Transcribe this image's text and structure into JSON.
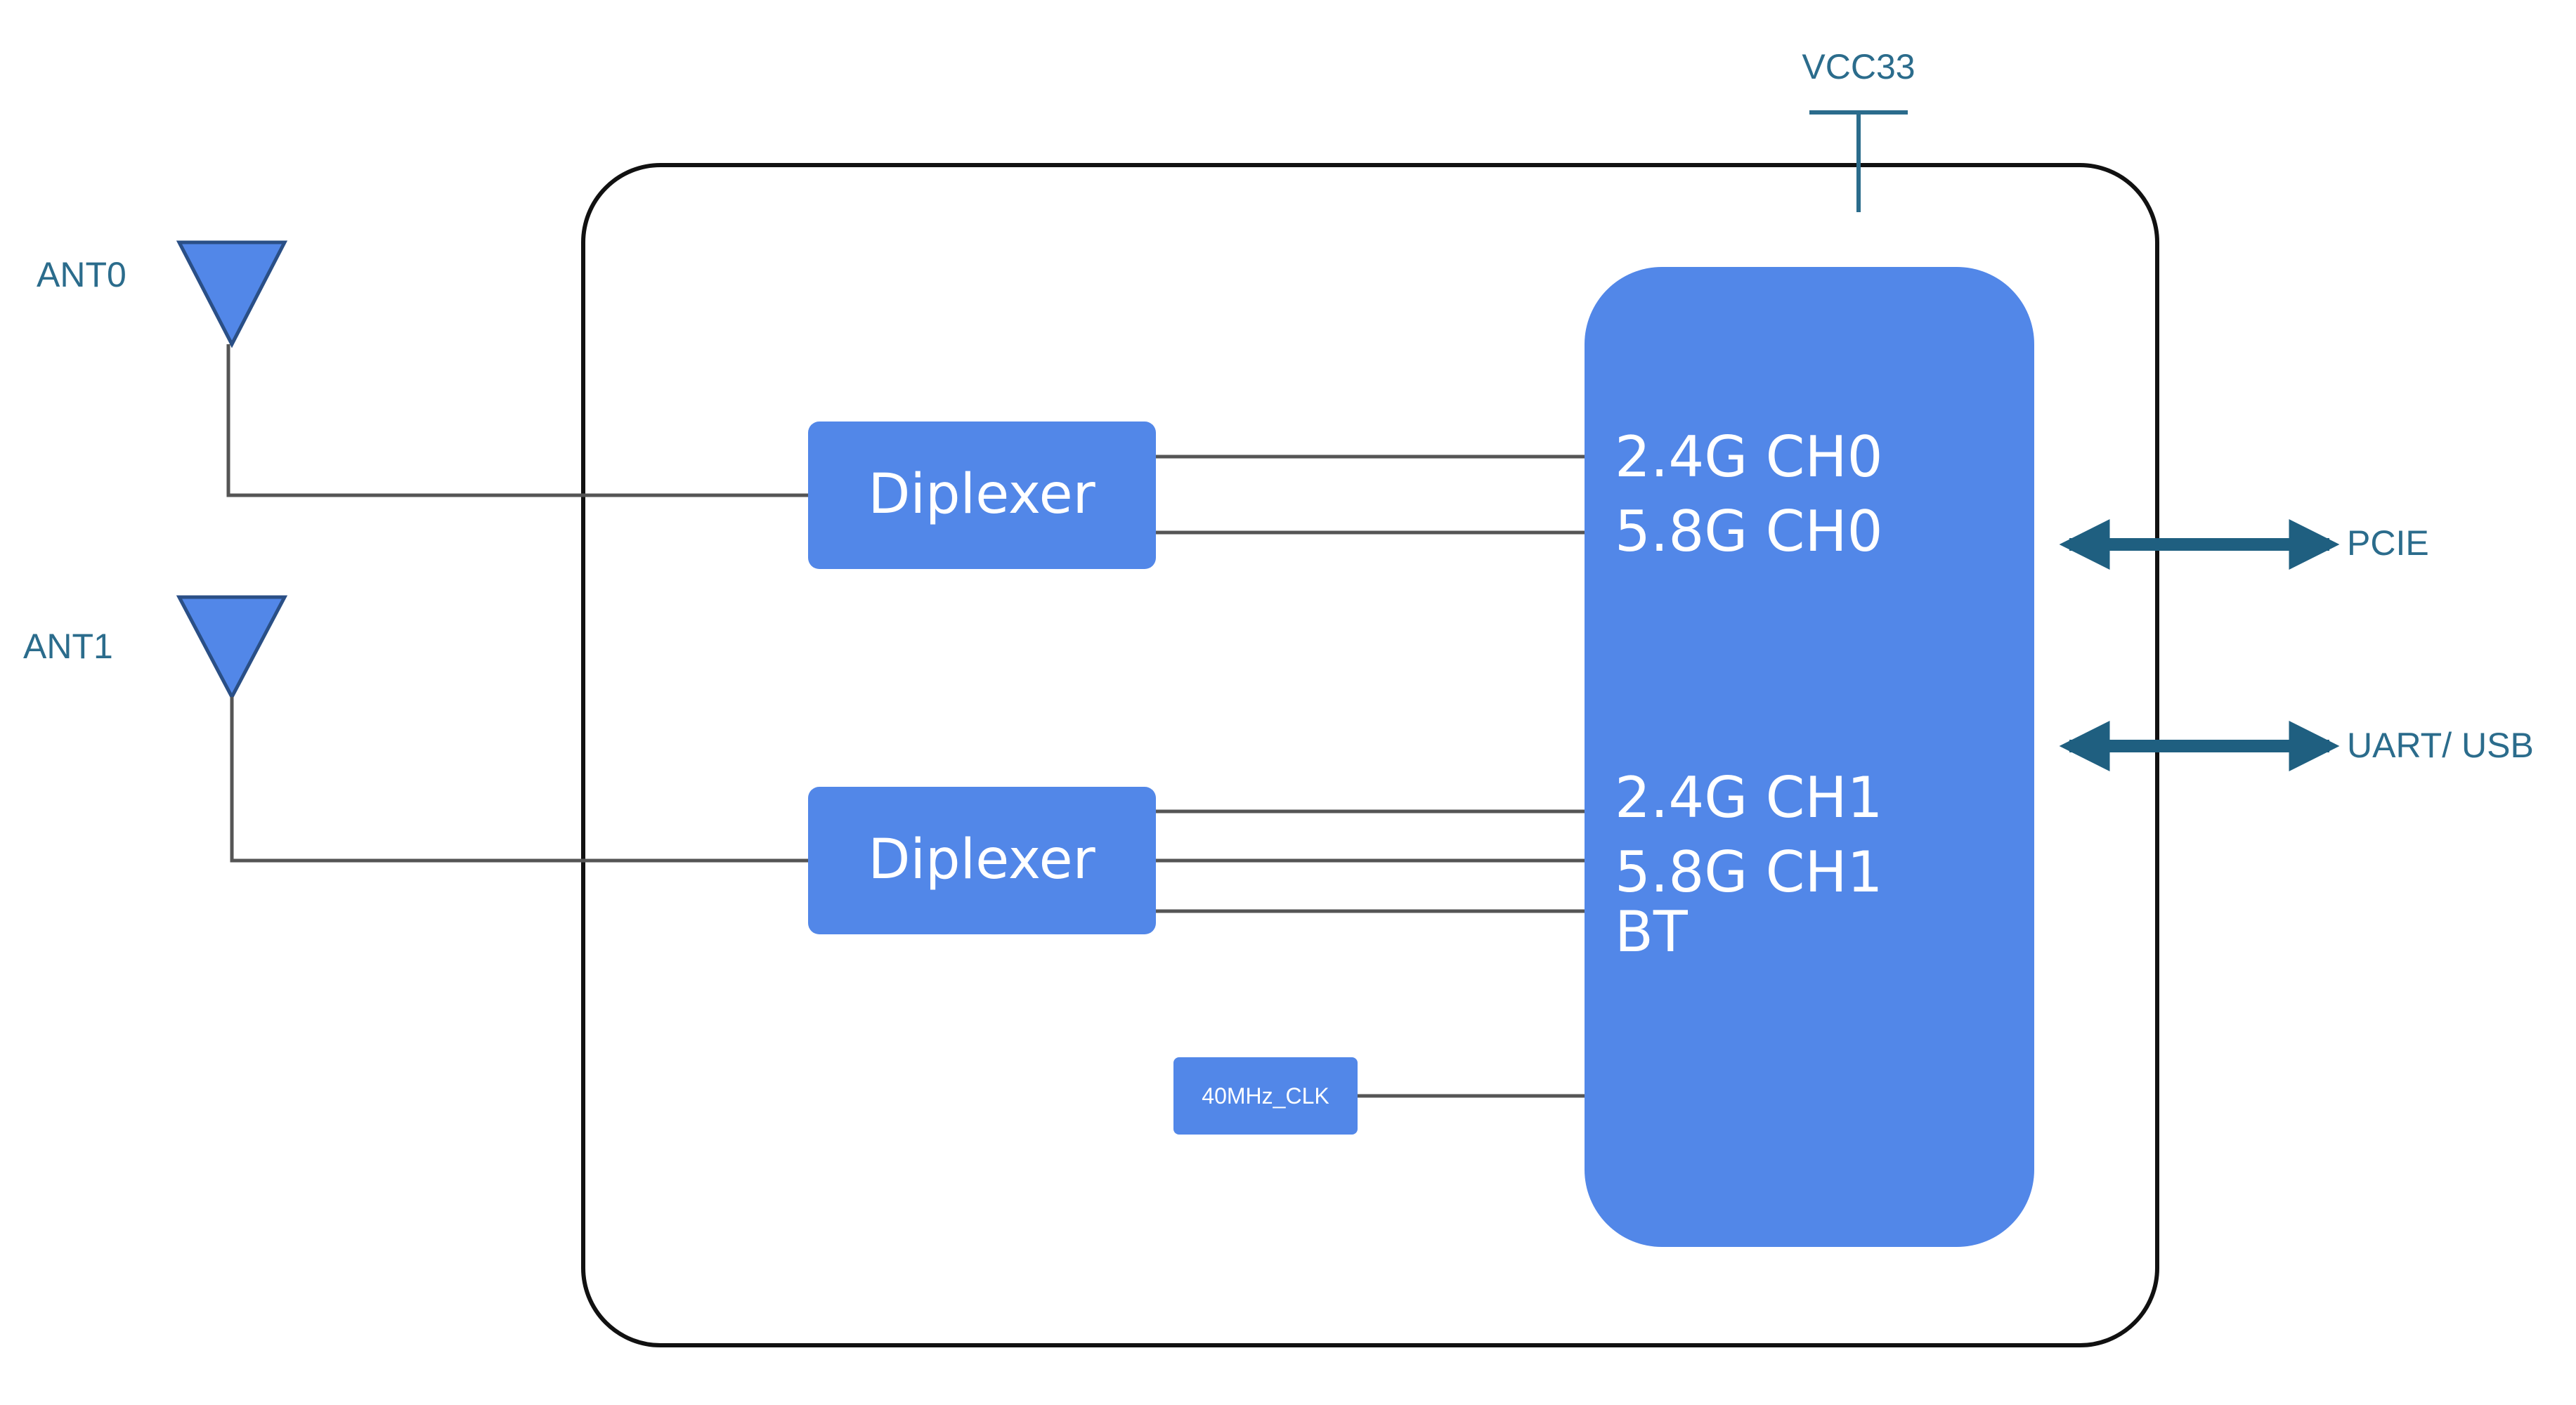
{
  "antennas": [
    {
      "label": "ANT0"
    },
    {
      "label": "ANT1"
    }
  ],
  "power": {
    "label": "VCC33"
  },
  "diplexers": [
    {
      "label": "Diplexer"
    },
    {
      "label": "Diplexer"
    }
  ],
  "clock": {
    "label": "40MHz_CLK"
  },
  "chip": {
    "ports": [
      "2.4G CH0",
      "5.8G CH0",
      "2.4G CH1",
      "5.8G CH1",
      "BT"
    ]
  },
  "interfaces": [
    {
      "label": "PCIE"
    },
    {
      "label": "UART/ USB"
    }
  ],
  "colors": {
    "block_fill": "#5287e8",
    "line": "#555555",
    "outline": "#111111",
    "arrow": "#1f5f80",
    "label": "#2b6c8c"
  }
}
